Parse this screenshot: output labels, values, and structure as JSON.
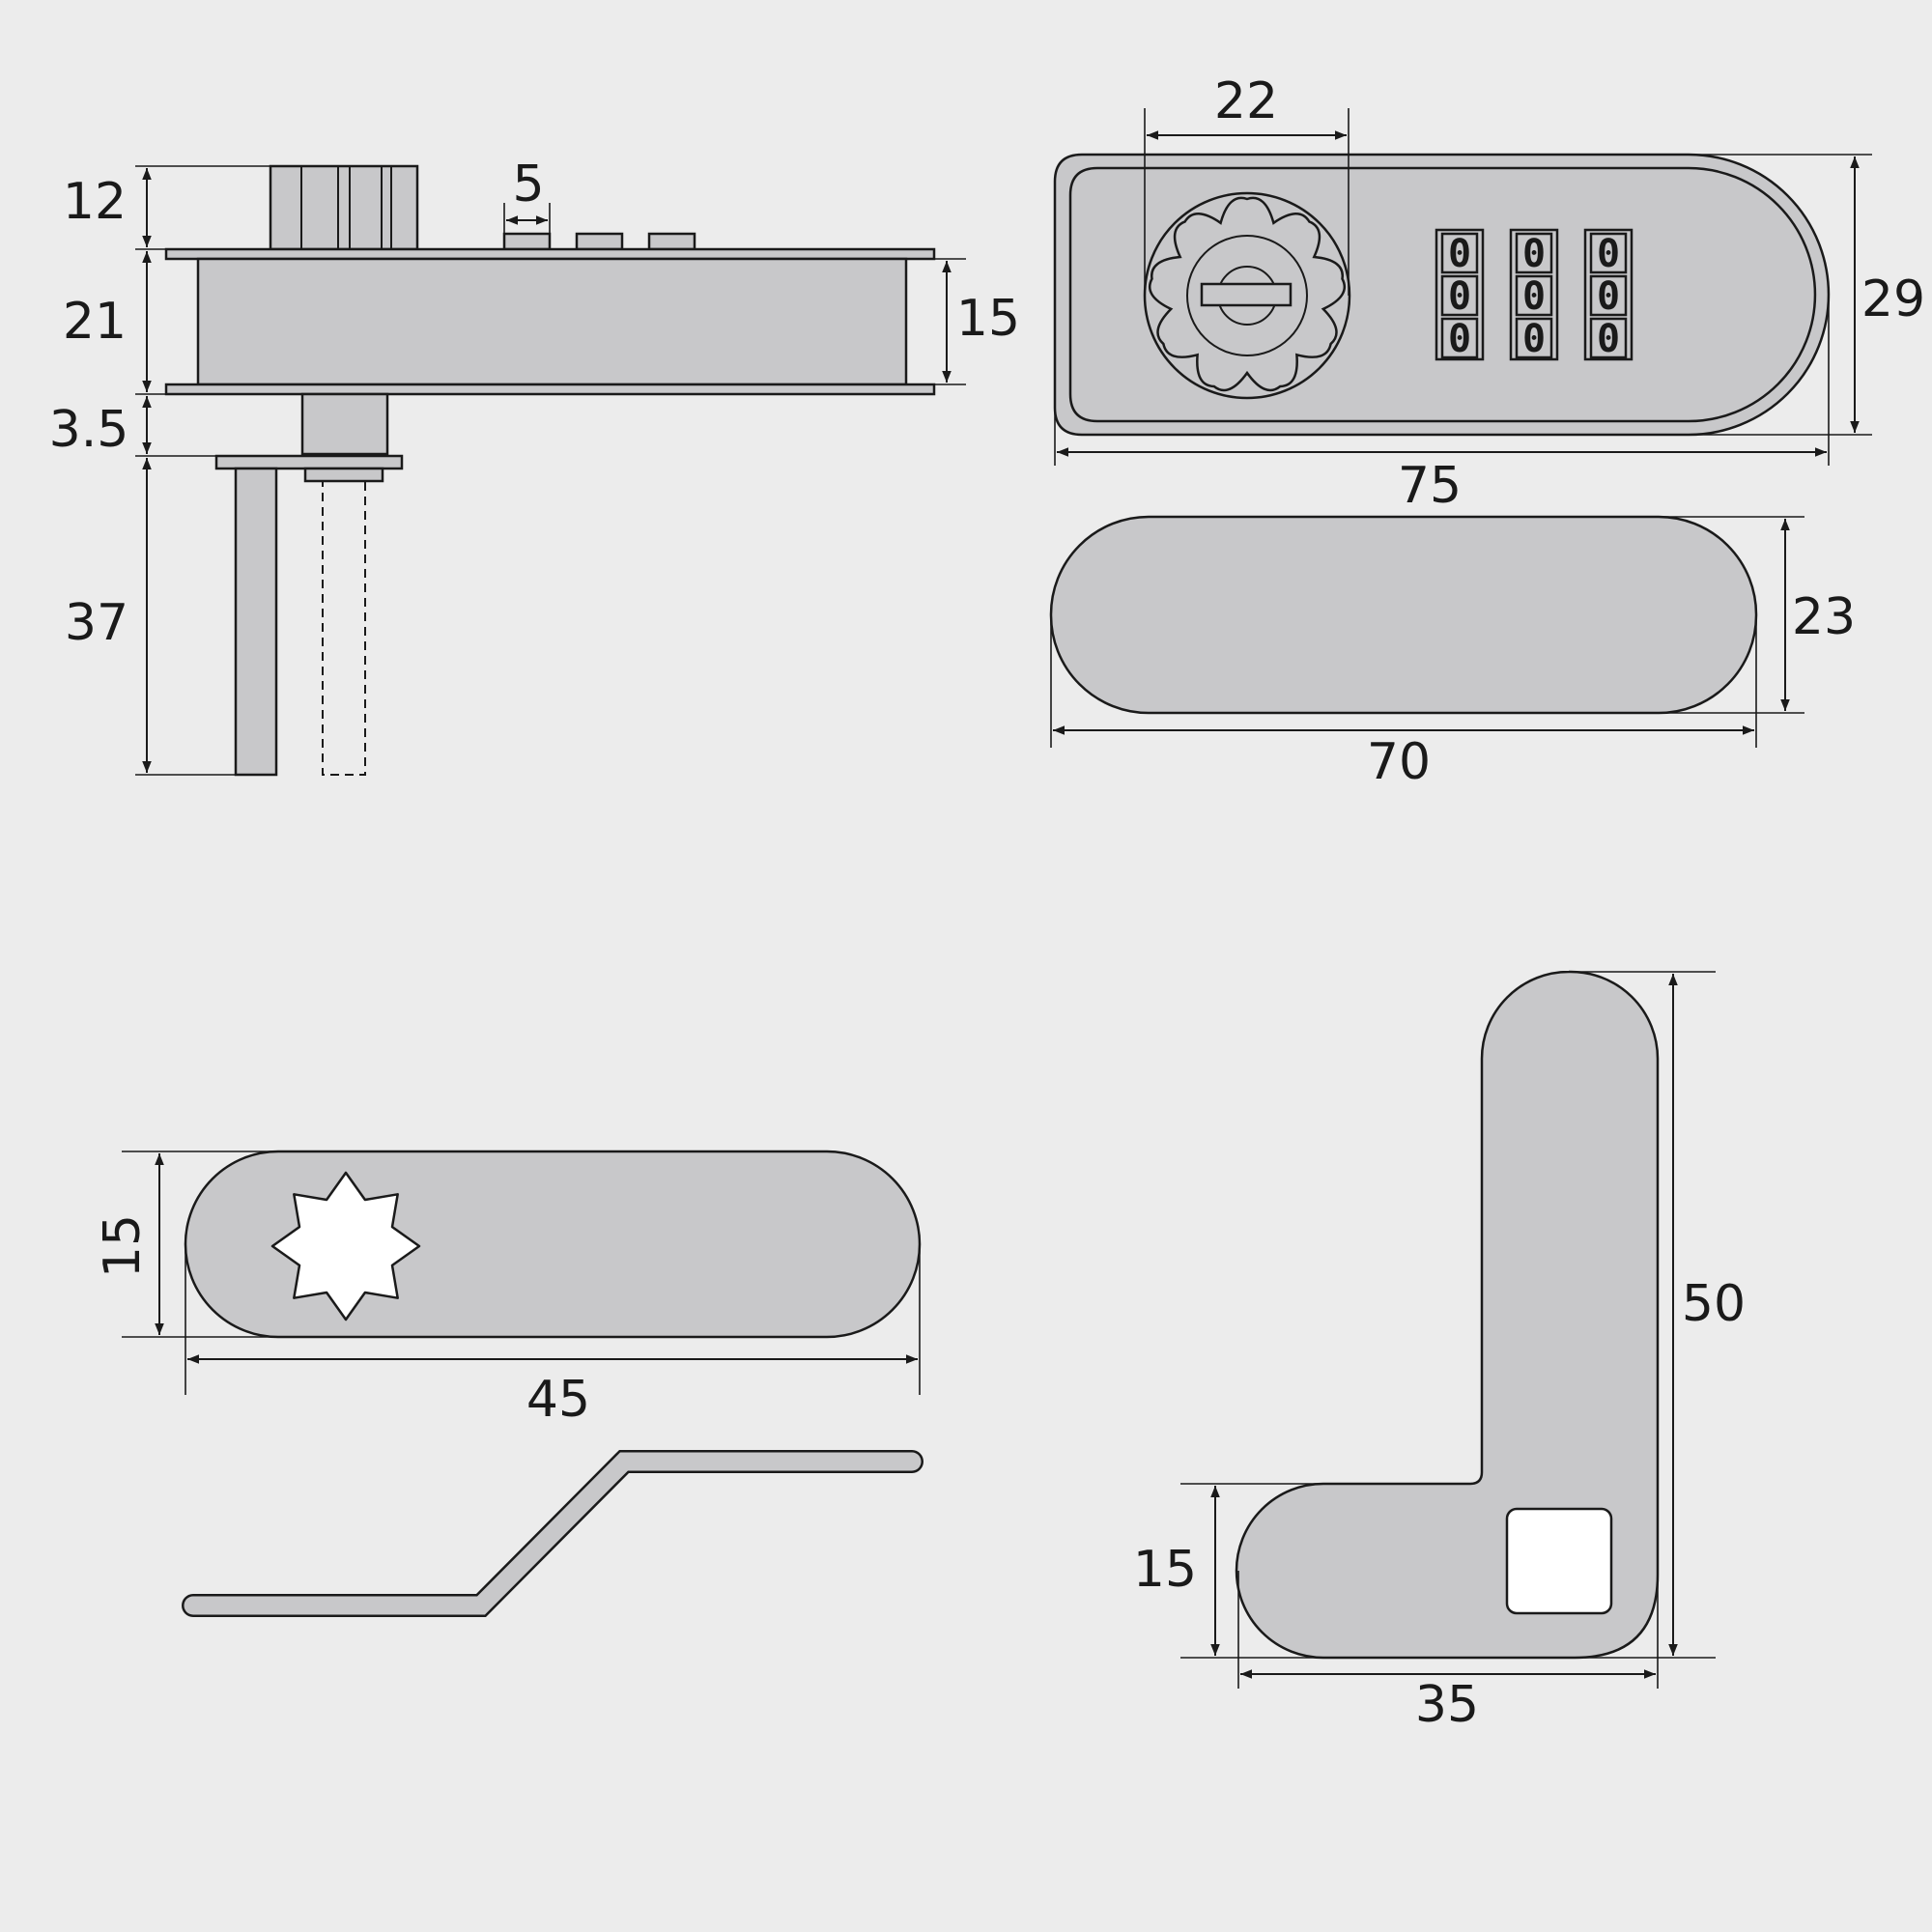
{
  "colors": {
    "background": "#ececec",
    "part_fill": "#c8c8ca",
    "outline": "#1a1a1a"
  },
  "side_view": {
    "dim_knob_height": "12",
    "dim_button_width": "5",
    "dim_body_height": "21",
    "dim_inner_height": "15",
    "dim_gap": "3.5",
    "dim_shaft_length": "37"
  },
  "front_view": {
    "dim_knob_diameter": "22",
    "dim_height": "29",
    "dim_length": "75",
    "dials": [
      [
        "0",
        "0",
        "0"
      ],
      [
        "0",
        "0",
        "0"
      ],
      [
        "0",
        "0",
        "0"
      ]
    ]
  },
  "back_plate": {
    "dim_height": "23",
    "dim_length": "70"
  },
  "flat_cam": {
    "dim_width": "15",
    "dim_length": "45"
  },
  "l_cam": {
    "dim_height": "50",
    "dim_foot_height": "15",
    "dim_width": "35"
  }
}
